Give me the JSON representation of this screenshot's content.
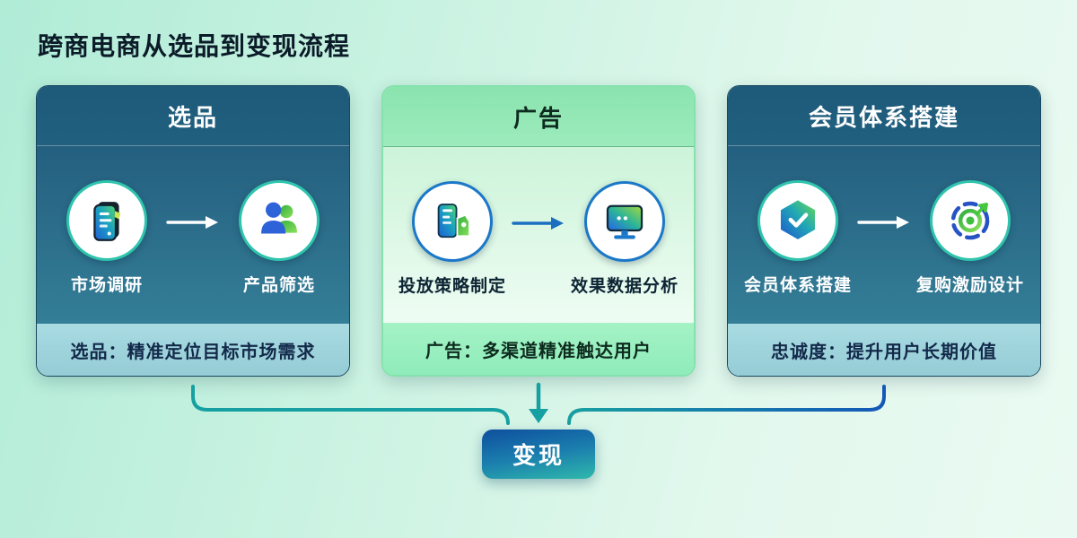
{
  "title": "跨商电商从选品到变现流程",
  "cards": [
    {
      "id": "selection",
      "theme": "blue",
      "header": "选品",
      "items": [
        {
          "icon": "market-research-document-icon",
          "label": "市场调研"
        },
        {
          "icon": "users-icon",
          "label": "产品筛选"
        }
      ],
      "footer": "选品：精准定位目标市场需求"
    },
    {
      "id": "advertising",
      "theme": "green",
      "header": "广告",
      "items": [
        {
          "icon": "strategy-document-tag-icon",
          "label": "投放策略制定"
        },
        {
          "icon": "monitor-analytics-icon",
          "label": "效果数据分析"
        }
      ],
      "footer": "广告：多渠道精准触达用户"
    },
    {
      "id": "membership",
      "theme": "blue",
      "header": "会员体系搭建",
      "items": [
        {
          "icon": "hexagon-check-icon",
          "label": "会员体系搭建"
        },
        {
          "icon": "gear-target-icon",
          "label": "复购激励设计"
        }
      ],
      "footer": "忠诚度：提升用户长期价值"
    }
  ],
  "monetize_label": "变现",
  "colors": {
    "background_start": "#b0ecd7",
    "background_end": "#eafaf2",
    "blue_card_header": "#1e5a7a",
    "blue_card_body": "#2c7290",
    "blue_card_footer": "#9fd4db",
    "green_card_header": "#93e7b5",
    "green_card_body": "#ddf8e6",
    "green_card_footer": "#99efc0",
    "connector_teal": "#16a0a2",
    "connector_blue": "#1a5cb0",
    "button_gradient_top": "#0e4f9e",
    "button_gradient_bottom": "#2fb9ab",
    "icon_gradient_blue": "#1f5fd6",
    "icon_gradient_green": "#55d46a"
  }
}
